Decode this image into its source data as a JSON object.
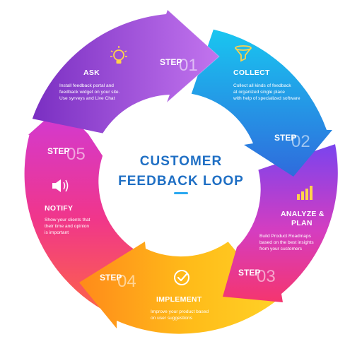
{
  "title": {
    "line1": "CUSTOMER",
    "line2": "FEEDBACK LOOP"
  },
  "colors": {
    "title": "#1f6fc4",
    "underline": "#2aa8f0",
    "ask": "#a24bd7",
    "collect": "#1da7f0",
    "analyze": "#7b3fe6",
    "implement": "#ffa21c",
    "notify": "#f0368b"
  },
  "steps": {
    "ask": {
      "step": "STEP",
      "num": "01",
      "heading": "ASK",
      "desc": [
        "Install feedback portal and",
        "feedback widget on your site.",
        "Use syrveys and Live Chat"
      ],
      "icon": "lightbulb-icon"
    },
    "collect": {
      "step": "STEP",
      "num": "02",
      "heading": "COLLECT",
      "desc": [
        "Collect all kinds of feedback",
        "at organized single place",
        "with help of specialized software"
      ],
      "icon": "funnel-icon"
    },
    "analyze": {
      "step": "STEP",
      "num": "03",
      "heading1": "ANALYZE &",
      "heading2": "PLAN",
      "desc": [
        "Build Product Roadmaps",
        "based on the best insights",
        "from your customers"
      ],
      "icon": "bar-chart-icon"
    },
    "implement": {
      "step": "STEP",
      "num": "04",
      "heading": "IMPLEMENT",
      "desc": [
        "Improve your product based",
        "on user suggestions"
      ],
      "icon": "check-circle-icon"
    },
    "notify": {
      "step": "STEP",
      "num": "05",
      "heading": "NOTIFY",
      "desc": [
        "Show your clients that",
        "their time and opinion",
        "is important"
      ],
      "icon": "speaker-icon"
    }
  }
}
